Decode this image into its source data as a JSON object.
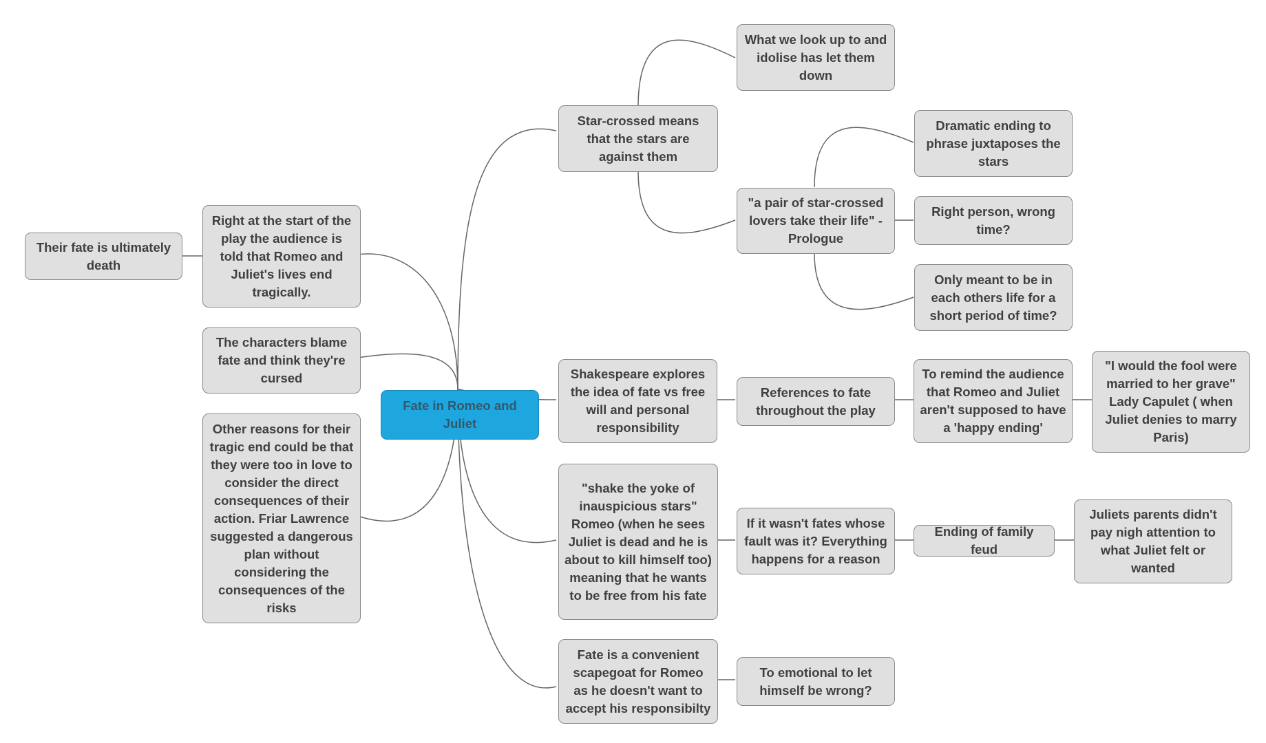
{
  "mindmap": {
    "root": "Fate in Romeo and Juliet",
    "nodes": {
      "their_fate": "Their fate is ultimately death",
      "start_of_play": "Right at the start of the play the audience is told that Romeo and Juliet's lives end tragically.",
      "characters_blame": "The characters blame fate and think they're cursed",
      "other_reasons": "Other reasons for their tragic end could be that they were too in love to consider the direct consequences of their action. Friar Lawrence suggested a dangerous plan without considering the consequences of the risks",
      "star_crossed": "Star-crossed means that the stars are against them",
      "idolise": "What we look up to and idolise has let them down",
      "pair_quote": "\"a pair of star-crossed lovers take their life\" - Prologue",
      "dramatic_ending": "Dramatic ending to phrase juxtaposes the stars",
      "right_person": "Right person, wrong time?",
      "only_meant": "Only meant to be in each others life for a short period of time?",
      "shakespeare_explores": "Shakespeare explores the idea of fate vs free will and personal responsibility",
      "references": "References to fate throughout the play",
      "remind_audience": "To remind the audience that Romeo and Juliet aren't supposed to have a 'happy ending'",
      "fool_quote": "\"I would the fool were married to her grave\" Lady Capulet ( when Juliet denies to marry Paris)",
      "shake_yoke": "\"shake the yoke of inauspicious stars\" Romeo (when he sees Juliet is dead and he is about to kill himself too) meaning that he wants to be free from his fate",
      "whose_fault": "If it wasn't fates whose fault was it? Everything happens for a reason",
      "family_feud": "Ending of family feud",
      "parents": "Juliets parents didn't pay nigh attention to what Juliet felt or wanted",
      "scapegoat": "Fate is a convenient scapegoat for Romeo as he doesn't want to accept his responsibilty",
      "too_emotional": "To emotional to let himself be wrong?"
    }
  },
  "colors": {
    "node_fill": "#e0e0e0",
    "node_border": "#8a8a8a",
    "root_fill": "#1ea7df",
    "connector": "#666666"
  }
}
